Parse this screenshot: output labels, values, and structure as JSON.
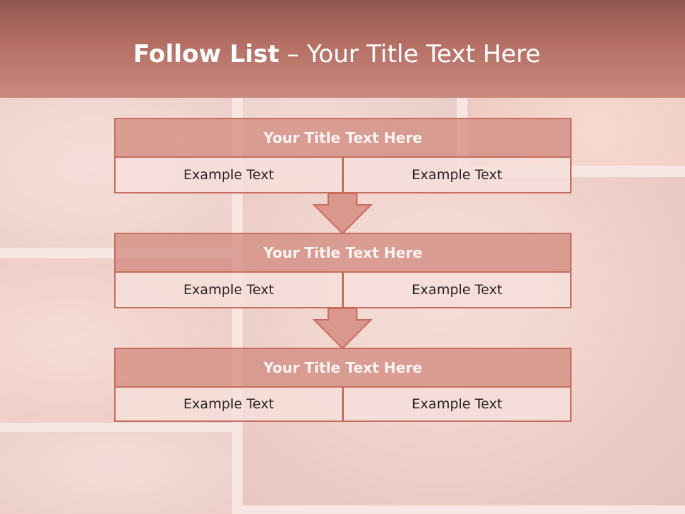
{
  "title": {
    "bold": "Follow List",
    "rest": " – Your Title Text Here"
  },
  "blocks": [
    {
      "title": "Your Title Text Here",
      "left": "Example Text",
      "right": "Example Text"
    },
    {
      "title": "Your Title Text Here",
      "left": "Example Text",
      "right": "Example Text"
    },
    {
      "title": "Your Title Text Here",
      "left": "Example Text",
      "right": "Example Text"
    }
  ],
  "colors": {
    "band": "#b56f64",
    "box_border": "#c76d60",
    "box_fill": "#d28c82"
  },
  "icons": [
    "down-arrow-icon",
    "down-arrow-icon"
  ]
}
